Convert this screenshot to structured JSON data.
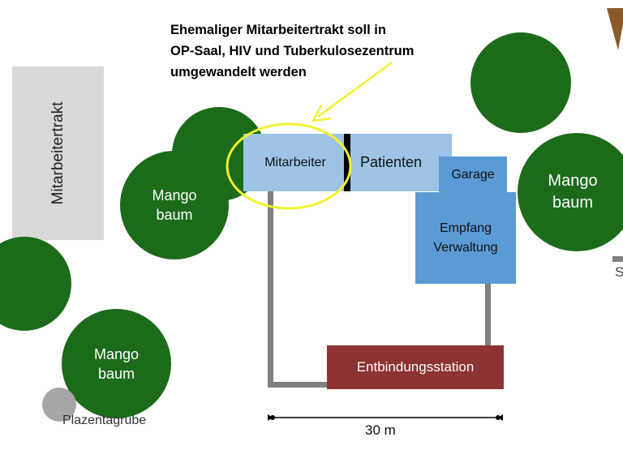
{
  "annotation": {
    "lines": [
      "Ehemaliger Mitarbeitertrakt soll in",
      "OP-Saal, HIV und Tuberkulosezentrum",
      "umgewandelt werden"
    ],
    "highlight_color": "#f2f230"
  },
  "buildings": {
    "old_staff_wing": "Mitarbeitertrakt",
    "staff": "Mitarbeiter",
    "patients": "Patienten",
    "garage": "Garage",
    "reception_line1": "Empfang",
    "reception_line2": "Verwaltung",
    "maternity": "Entbindungsstation"
  },
  "trees": {
    "left_top_line1": "Mango",
    "left_top_line2": "baum",
    "right_line1": "Mango",
    "right_line2": "baum",
    "bottom_line1": "Mango",
    "bottom_line2": "baum"
  },
  "placenta_pit": "Plazentagrube",
  "scale_label": "30 m",
  "edge_fragment": "S",
  "colors": {
    "tree": "#1b6b1b",
    "light_blue": "#9dc3e6",
    "blue": "#5b9bd5",
    "maternity": "#8e3333",
    "gray_building": "#d9d9d9",
    "path": "#7f7f7f",
    "brown": "#8b5a2b"
  }
}
